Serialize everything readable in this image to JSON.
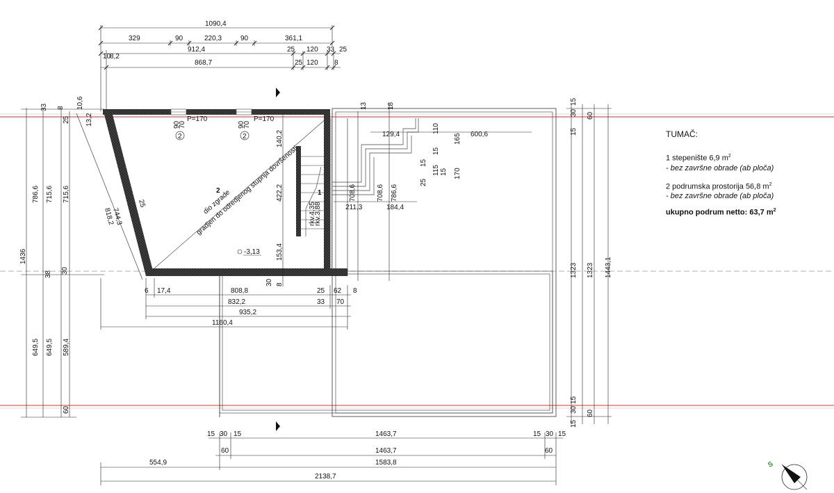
{
  "legend": {
    "title": "TUMAČ:",
    "items": [
      {
        "label": "1  stepenište  6,9 m",
        "sup": "2",
        "note": "- bez završne obrade (ab ploča)"
      },
      {
        "label": "2  podrumska prostorija   56,8 m",
        "sup": "2",
        "note": "- bez završne obrade (ab ploča)"
      }
    ],
    "total_label": "ukupno podrum netto: 63,7 m",
    "total_sup": "2"
  },
  "rooms": {
    "room_2": "2",
    "room_1": "1",
    "symbol_2": "2"
  },
  "labels": {
    "level": "-3,13",
    "p170": "P=170",
    "w90": "90",
    "w70": "70",
    "diag_line1": "dio zgrade",
    "diag_line2": "gradjen do odredjenog stupnja dovršenosti",
    "stair_note": "rkv.4,35",
    "stair_note2": "rkv.3,88"
  },
  "compass": {
    "north": "S"
  },
  "dimensions": {
    "top_total": "1090,4",
    "top_parts": [
      "329",
      "90",
      "220,3",
      "90",
      "361,1"
    ],
    "d912": "912,4",
    "d25a": "25",
    "d120a": "120",
    "d33": "33",
    "d25b": "25",
    "d10": "10",
    "d8_2": "8,2",
    "d868": "868,7",
    "d25c": "25",
    "d120b": "120",
    "d8": "8",
    "d10_6": "10,6",
    "d33b": "33",
    "d8b": "8",
    "d25d": "25",
    "d13_2": "13,2",
    "d744": "744,3",
    "d818": "818,2",
    "d25e": "25",
    "d140": "140,2",
    "d422": "422,2",
    "d153": "153,4",
    "d30a": "30",
    "d8c": "8",
    "d708a": "708,6",
    "d708b": "708,6",
    "d786a": "786,6",
    "d211": "211,3",
    "d184": "184,4",
    "d129": "129,4",
    "d110": "110",
    "d165": "165",
    "d600": "600,6",
    "d15a": "15",
    "d115": "115",
    "d15b": "15",
    "d25f": "25",
    "d170": "170",
    "d15c": "15",
    "d13": "13",
    "d18": "18",
    "left_786": "786,6",
    "left_715a": "715,6",
    "left_715b": "715,6",
    "left_1436": "1436",
    "left_38": "38",
    "left_30": "30",
    "left_649a": "649,5",
    "left_649b": "649,5",
    "left_589": "589,4",
    "left_60": "60",
    "left_33": "33",
    "left_8": "8",
    "left_25": "25",
    "bot_6": "6",
    "bot_17": "17,4",
    "bot_808": "808,8",
    "bot_25": "25",
    "bot_62": "62",
    "bot_8": "8",
    "bot_832": "832,2",
    "bot_33": "33",
    "bot_70": "70",
    "bot_935": "935,2",
    "bot_1160": "1160,4",
    "right_15a": "15",
    "right_30a": "30",
    "right_15b": "15",
    "right_60a": "60",
    "right_1323a": "1323",
    "right_1323b": "1323",
    "right_1443": "1443,1",
    "right_15c": "15",
    "right_30b": "30",
    "right_15d": "15",
    "right_60b": "60",
    "row1_a": "15",
    "row1_b": "30",
    "row1_c": "15",
    "row1_mid": "1463,7",
    "row1_d": "15",
    "row1_e": "30",
    "row1_f": "15",
    "row2_a": "60",
    "row2_mid": "1463,7",
    "row2_b": "60",
    "row3_a": "554,9",
    "row3_b": "1583,8",
    "row4": "2138,7"
  }
}
